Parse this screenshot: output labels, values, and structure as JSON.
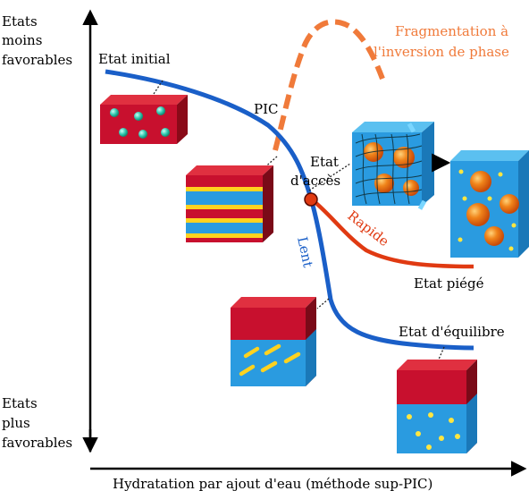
{
  "axes": {
    "y_top": [
      "Etats",
      "moins",
      "favorables"
    ],
    "y_bottom": [
      "Etats",
      "plus",
      "favorables"
    ],
    "x_label": "Hydratation par ajout d'eau (méthode sup-PIC)"
  },
  "labels": {
    "initial": "Etat initial",
    "pic": "PIC",
    "fragmentation": [
      "Fragmentation à",
      "l'inversion de phase"
    ],
    "acces": [
      "Etat",
      "d'accès"
    ],
    "rapide": "Rapide",
    "lent": "Lent",
    "piege": "Etat piégé",
    "equilibre": "Etat d'équilibre"
  },
  "colors": {
    "main_curve": "#1a5fc8",
    "fast_curve": "#e03a12",
    "fragment_curve": "#f07a3a",
    "fragment_text": "#f07a3a",
    "red_block": "#c8102e",
    "blue_block": "#2a9be0",
    "yellow_layer": "#ffd21f",
    "droplet": "#f08a1a"
  }
}
